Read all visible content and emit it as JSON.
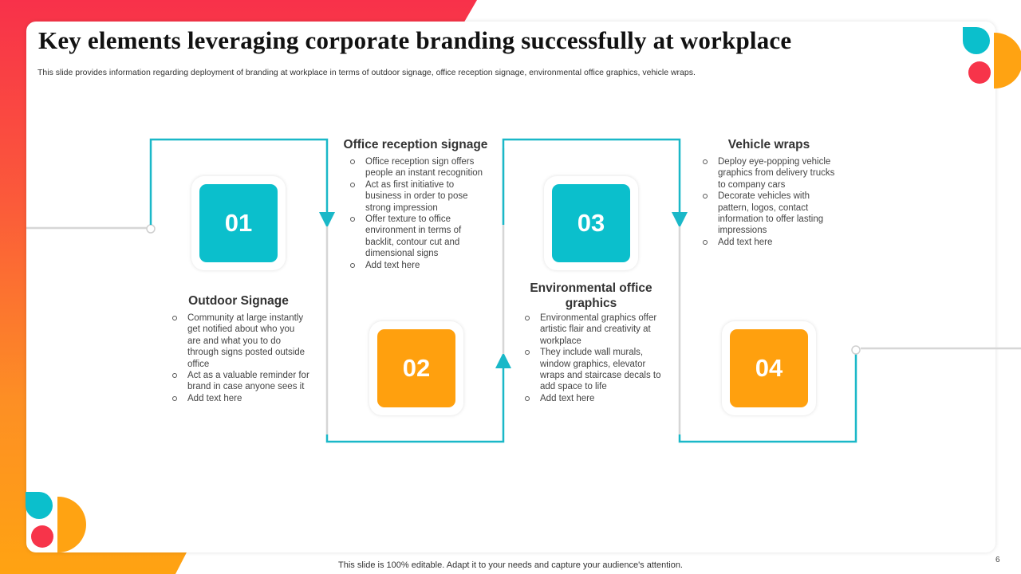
{
  "slide": {
    "title": "Key elements leveraging corporate branding successfully at workplace",
    "subtitle": "This slide provides information regarding deployment of branding at workplace in terms of outdoor signage, office reception signage, environmental office graphics, vehicle wraps.",
    "footer": "This slide is 100% editable. Adapt it to your needs and capture your audience's attention.",
    "page_number": "6"
  },
  "colors": {
    "teal": "#0bbfcc",
    "orange": "#ffa00e",
    "red": "#f7344a",
    "line": "#1ab8c8"
  },
  "steps": [
    {
      "number": "01",
      "heading": "Outdoor Signage",
      "bullets": [
        "Community at large instantly get notified about who you are and what you to do through signs posted outside office",
        "Act as a valuable reminder for brand in case anyone sees it",
        "Add text here"
      ]
    },
    {
      "number": "02",
      "heading": "Office reception signage",
      "bullets": [
        "Office reception sign offers people an instant recognition",
        "Act as first initiative to business in order to pose strong impression",
        "Offer texture to office environment in terms of backlit, contour cut and dimensional signs",
        "Add text here"
      ]
    },
    {
      "number": "03",
      "heading": "Environmental office graphics",
      "bullets": [
        "Environmental graphics offer artistic flair and creativity at workplace",
        "They include wall murals, window graphics, elevator wraps and staircase decals to add space to life",
        "Add text here"
      ]
    },
    {
      "number": "04",
      "heading": "Vehicle wraps",
      "bullets": [
        "Deploy eye-popping vehicle graphics from delivery trucks to company cars",
        "Decorate vehicles with pattern, logos, contact information to offer lasting impressions",
        "Add text here"
      ]
    }
  ]
}
